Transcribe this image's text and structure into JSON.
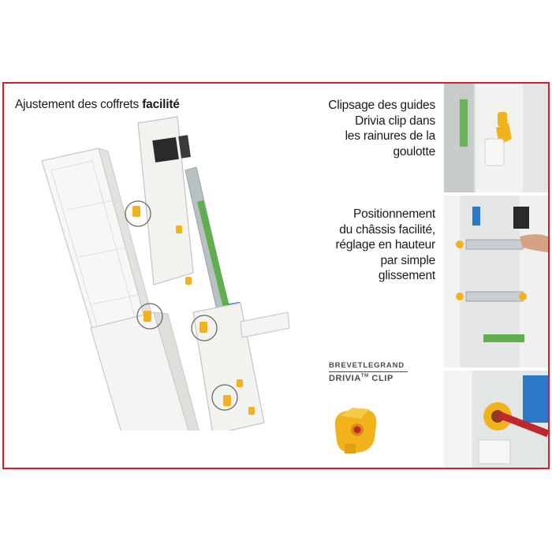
{
  "headline": {
    "prefix": "Ajustement des coffrets ",
    "emphasis": "facilité"
  },
  "caption_clipsage": {
    "lines": [
      "Clipsage des guides",
      "Drivia clip dans",
      "les rainures de la",
      "goulotte"
    ]
  },
  "caption_positionnement": {
    "lines": [
      "Positionnement",
      "du châssis facilité,",
      "réglage en hauteur",
      "par simple",
      "glissement"
    ]
  },
  "brand": {
    "top_left": "BREVET",
    "top_right": "LEGRAND",
    "bottom_name": "DRIVIA",
    "bottom_tm": "TM",
    "bottom_suffix": " CLIP"
  },
  "colors": {
    "frame_border": "#d3202c",
    "clip_yellow": "#f2b21b",
    "callout_circle": "#6a6a6a",
    "panel_white": "#f4f4f2",
    "rail_green": "#5fae4f",
    "breaker_blue": "#2b78c8"
  },
  "icons": [
    "drivia-clip-icon",
    "panel-illustration"
  ]
}
